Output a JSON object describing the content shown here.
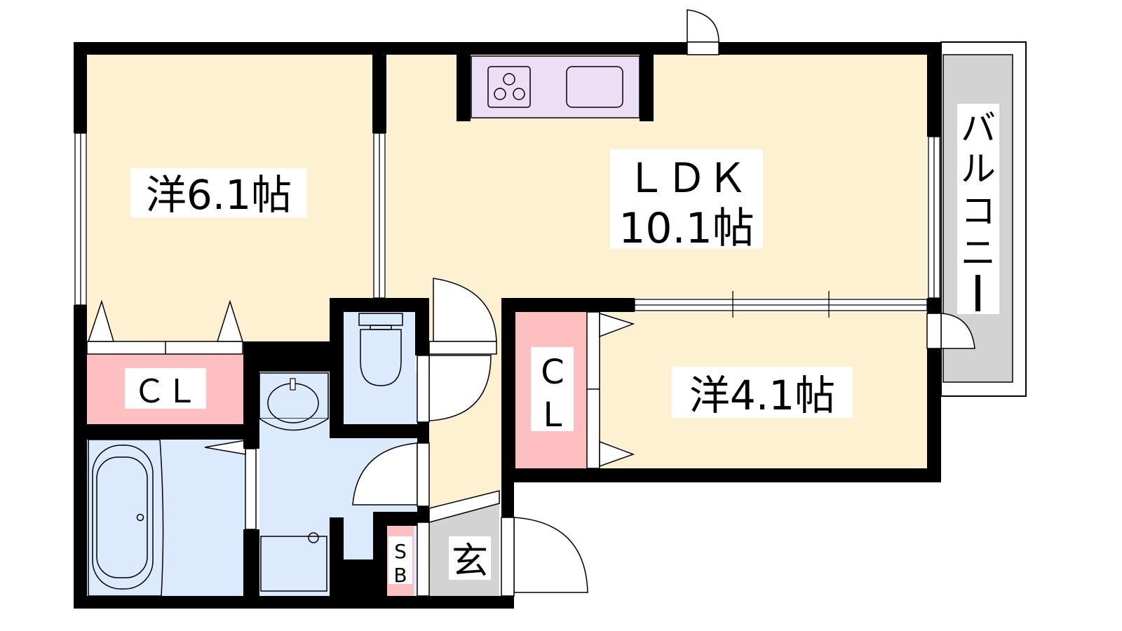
{
  "floorplan": {
    "rooms": {
      "western_a": {
        "label": "洋6.1帖"
      },
      "ldk": {
        "label": "ＬＤＫ",
        "size": "10.1帖"
      },
      "western_b": {
        "label": "洋4.1帖"
      },
      "closet_a": {
        "label": "ＣＬ"
      },
      "closet_b": {
        "label_top": "C",
        "label_bottom": "L"
      },
      "balcony": {
        "chars": [
          "バ",
          "ル",
          "コ",
          "ニ",
          "ー"
        ]
      },
      "shoe_box": {
        "label_top": "S",
        "label_bottom": "B"
      },
      "entrance": {
        "label": "玄"
      }
    },
    "colors": {
      "room": "#fef1d2",
      "closet": "#fdbfbf",
      "wet": "#dbebfd",
      "kitchen": "#ecdff5",
      "entrance": "#d3d3d3",
      "wall": "#000000"
    }
  }
}
